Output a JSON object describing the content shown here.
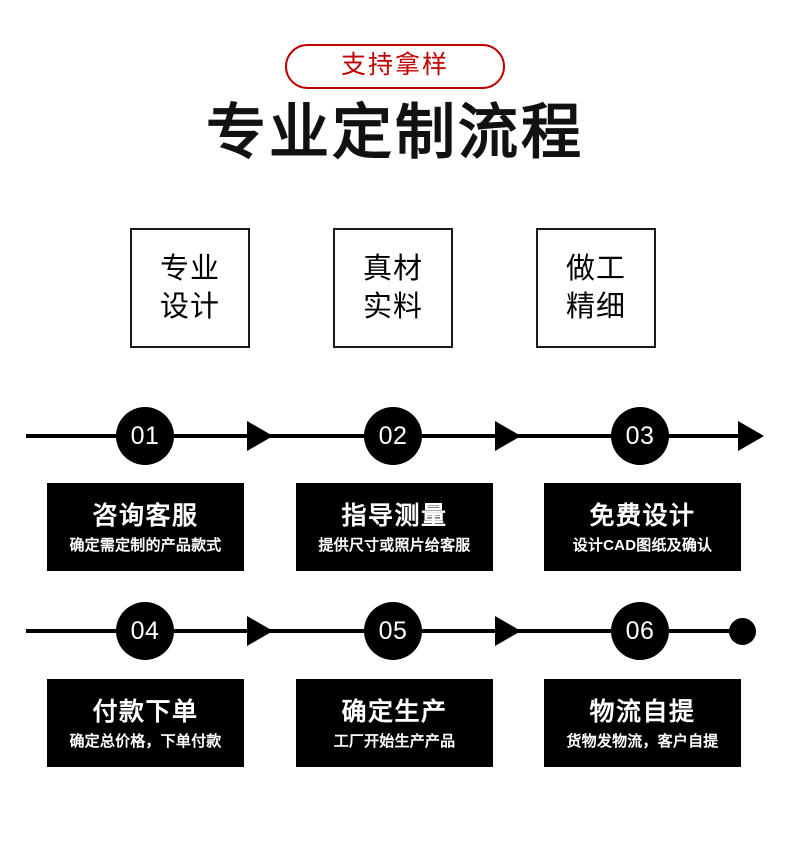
{
  "badge": {
    "label": "支持拿样"
  },
  "heading": {
    "title": "专业定制流程"
  },
  "features": [
    {
      "line1": "专业",
      "line2": "设计"
    },
    {
      "line1": "真材",
      "line2": "实料"
    },
    {
      "line1": "做工",
      "line2": "精细"
    }
  ],
  "timeline": {
    "rows": [
      {
        "nodes": [
          "01",
          "02",
          "03"
        ],
        "end_marker": "arrow"
      },
      {
        "nodes": [
          "04",
          "05",
          "06"
        ],
        "end_marker": "dot"
      }
    ]
  },
  "steps": [
    {
      "number": "01",
      "title": "咨询客服",
      "subtitle": "确定需定制的产品款式"
    },
    {
      "number": "02",
      "title": "指导测量",
      "subtitle": "提供尺寸或照片给客服"
    },
    {
      "number": "03",
      "title": "免费设计",
      "subtitle": "设计CAD图纸及确认"
    },
    {
      "number": "04",
      "title": "付款下单",
      "subtitle": "确定总价格，下单付款"
    },
    {
      "number": "05",
      "title": "确定生产",
      "subtitle": "工厂开始生产产品"
    },
    {
      "number": "06",
      "title": "物流自提",
      "subtitle": "货物发物流，客户自提"
    }
  ],
  "colors": {
    "accent_red": "#c00000",
    "background": "#ffffff",
    "ink": "#000000",
    "card_text": "#ffffff"
  }
}
